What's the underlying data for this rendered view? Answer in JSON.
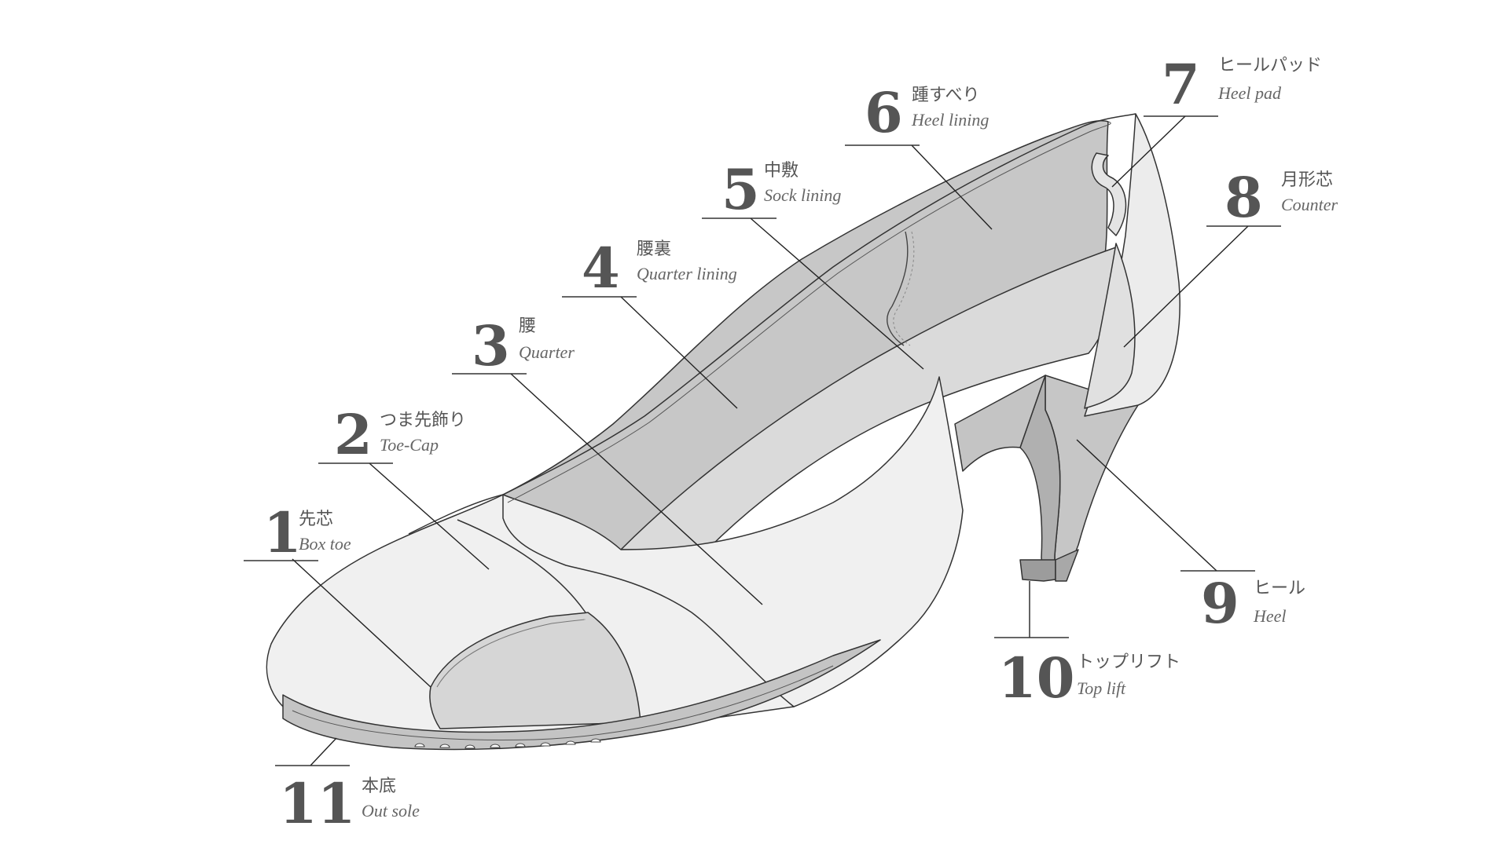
{
  "parts": [
    {
      "id": "box-toe",
      "number": "1",
      "ja": "先芯",
      "en": "Box toe"
    },
    {
      "id": "toe-cap",
      "number": "2",
      "ja": "つま先飾り",
      "en": "Toe-Cap"
    },
    {
      "id": "quarter",
      "number": "3",
      "ja": "腰",
      "en": "Quarter"
    },
    {
      "id": "quarter-lining",
      "number": "4",
      "ja": "腰裏",
      "en": "Quarter lining"
    },
    {
      "id": "sock-lining",
      "number": "5",
      "ja": "中敷",
      "en": "Sock lining"
    },
    {
      "id": "heel-lining",
      "number": "6",
      "ja": "踵すべり",
      "en": "Heel lining"
    },
    {
      "id": "heel-pad",
      "number": "7",
      "ja": "ヒールパッド",
      "en": "Heel pad"
    },
    {
      "id": "counter",
      "number": "8",
      "ja": "月形芯",
      "en": "Counter"
    },
    {
      "id": "heel",
      "number": "9",
      "ja": "ヒール",
      "en": "Heel"
    },
    {
      "id": "top-lift",
      "number": "10",
      "ja": "トップリフト",
      "en": "Top lift"
    },
    {
      "id": "out-sole",
      "number": "11",
      "ja": "本底",
      "en": "Out sole"
    }
  ],
  "colors": {
    "label_number": "#555555",
    "label_text": "#555555",
    "shoe_upper": "#f0f0f0",
    "shoe_lining": "#c8c8c8",
    "shoe_sock": "#dcdcdc",
    "shoe_sole": "#c4c4c4",
    "outline": "#333333"
  }
}
